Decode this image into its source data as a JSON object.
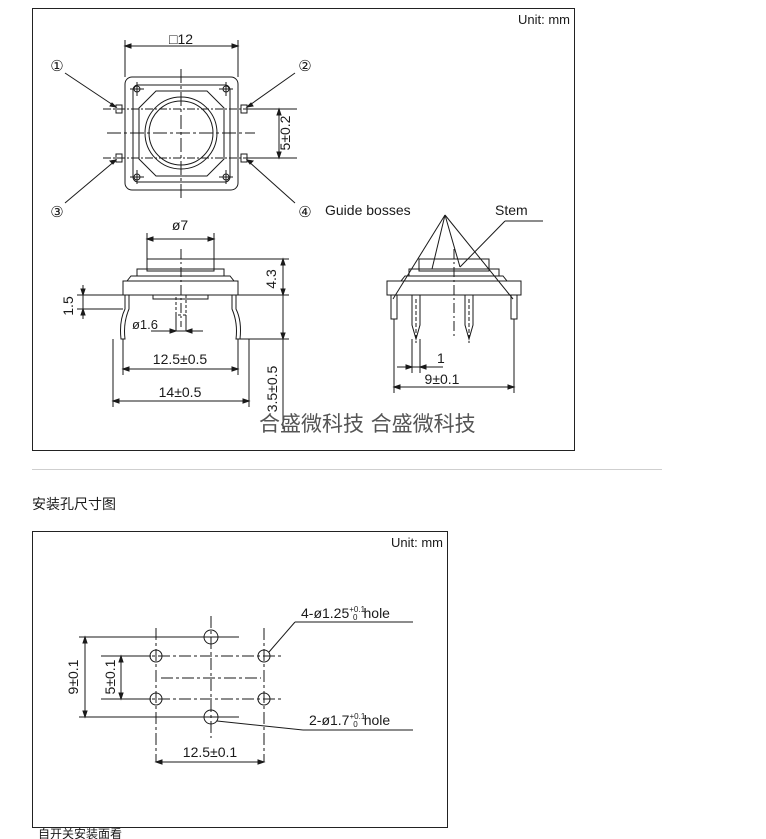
{
  "top_diagram": {
    "unit_label": "Unit: mm",
    "top_view": {
      "size_label": "□12",
      "pin_markers": [
        "①",
        "②",
        "③",
        "④"
      ],
      "pin_pitch_label": "5±0.2"
    },
    "front_view": {
      "stem_diameter_label": "ø7",
      "height_label": "4.3",
      "base_height_label": "1.5",
      "pin_diameter_label": "ø1.6",
      "pin_span_label": "12.5±0.5",
      "width_label": "14±0.5",
      "lead_length_label": "3.5±0.5"
    },
    "side_view": {
      "guide_bosses_label": "Guide bosses",
      "stem_label": "Stem",
      "lead_label": "1",
      "pitch_label": "9±0.1"
    },
    "watermark": "合盛微科技 合盛微科技"
  },
  "section_title": "安装孔尺寸图",
  "bottom_diagram": {
    "unit_label": "Unit: mm",
    "small_hole_prefix": "4-ø1.25",
    "small_hole_tol_upper": "+0.1",
    "small_hole_tol_lower": "0",
    "small_hole_suffix": "hole",
    "large_hole_prefix": "2-ø1.7",
    "large_hole_tol_upper": "+0.1",
    "large_hole_tol_lower": "0",
    "large_hole_suffix": "hole",
    "outer_vertical_label": "9±0.1",
    "inner_vertical_label": "5±0.1",
    "horizontal_label": "12.5±0.1"
  },
  "footer_note": "自开关安装面看"
}
